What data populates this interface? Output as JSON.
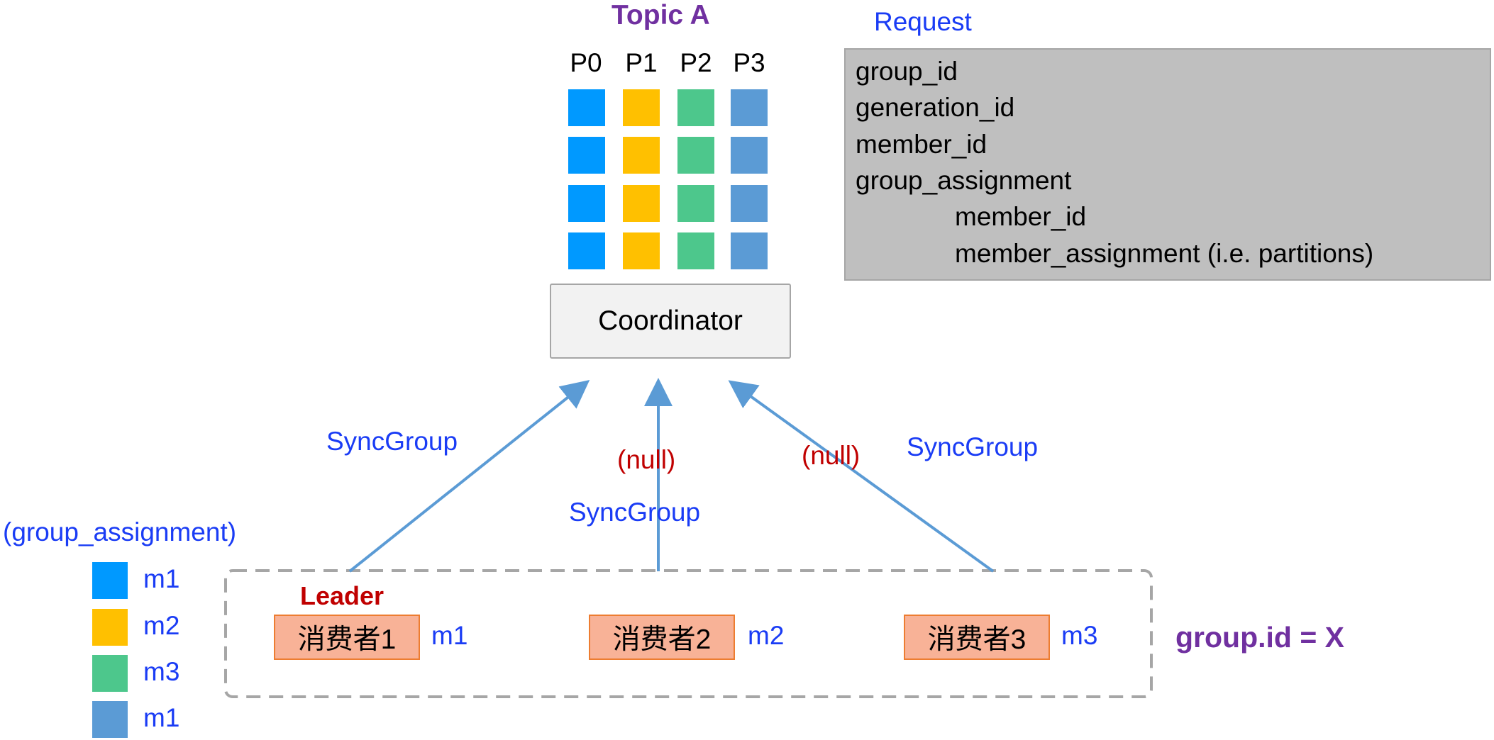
{
  "topic": {
    "title": "Topic A",
    "partitions": [
      "P0",
      "P1",
      "P2",
      "P3"
    ],
    "colors": [
      "#0099ff",
      "#ffc000",
      "#4dc78c",
      "#5b9bd5"
    ]
  },
  "request": {
    "title": "Request",
    "lines": [
      "group_id",
      "generation_id",
      "member_id",
      "group_assignment"
    ],
    "nested_lines": [
      "member_id",
      "member_assignment  (i.e. partitions)"
    ]
  },
  "coordinator": {
    "label": "Coordinator"
  },
  "arrows": {
    "left_label": "SyncGroup",
    "middle_label": "SyncGroup",
    "right_label": "SyncGroup",
    "middle_null": "(null)",
    "right_null": "(null)"
  },
  "group": {
    "leader_label": "Leader",
    "consumers": [
      {
        "name": "消费者1",
        "member": "m1"
      },
      {
        "name": "消费者2",
        "member": "m2"
      },
      {
        "name": "消费者3",
        "member": "m3"
      }
    ],
    "group_id_label": "group.id = X"
  },
  "assignment": {
    "title": "(group_assignment)",
    "items": [
      {
        "member": "m1",
        "color": "#0099ff"
      },
      {
        "member": "m2",
        "color": "#ffc000"
      },
      {
        "member": "m3",
        "color": "#4dc78c"
      },
      {
        "member": "m1",
        "color": "#5b9bd5"
      }
    ]
  },
  "colors": {
    "arrow": "#5b9bd5",
    "label_blue": "#1a3cf5",
    "label_red": "#c00000",
    "label_purple": "#7030a0",
    "consumer_fill": "#f8b297",
    "consumer_border": "#ed7d31"
  }
}
